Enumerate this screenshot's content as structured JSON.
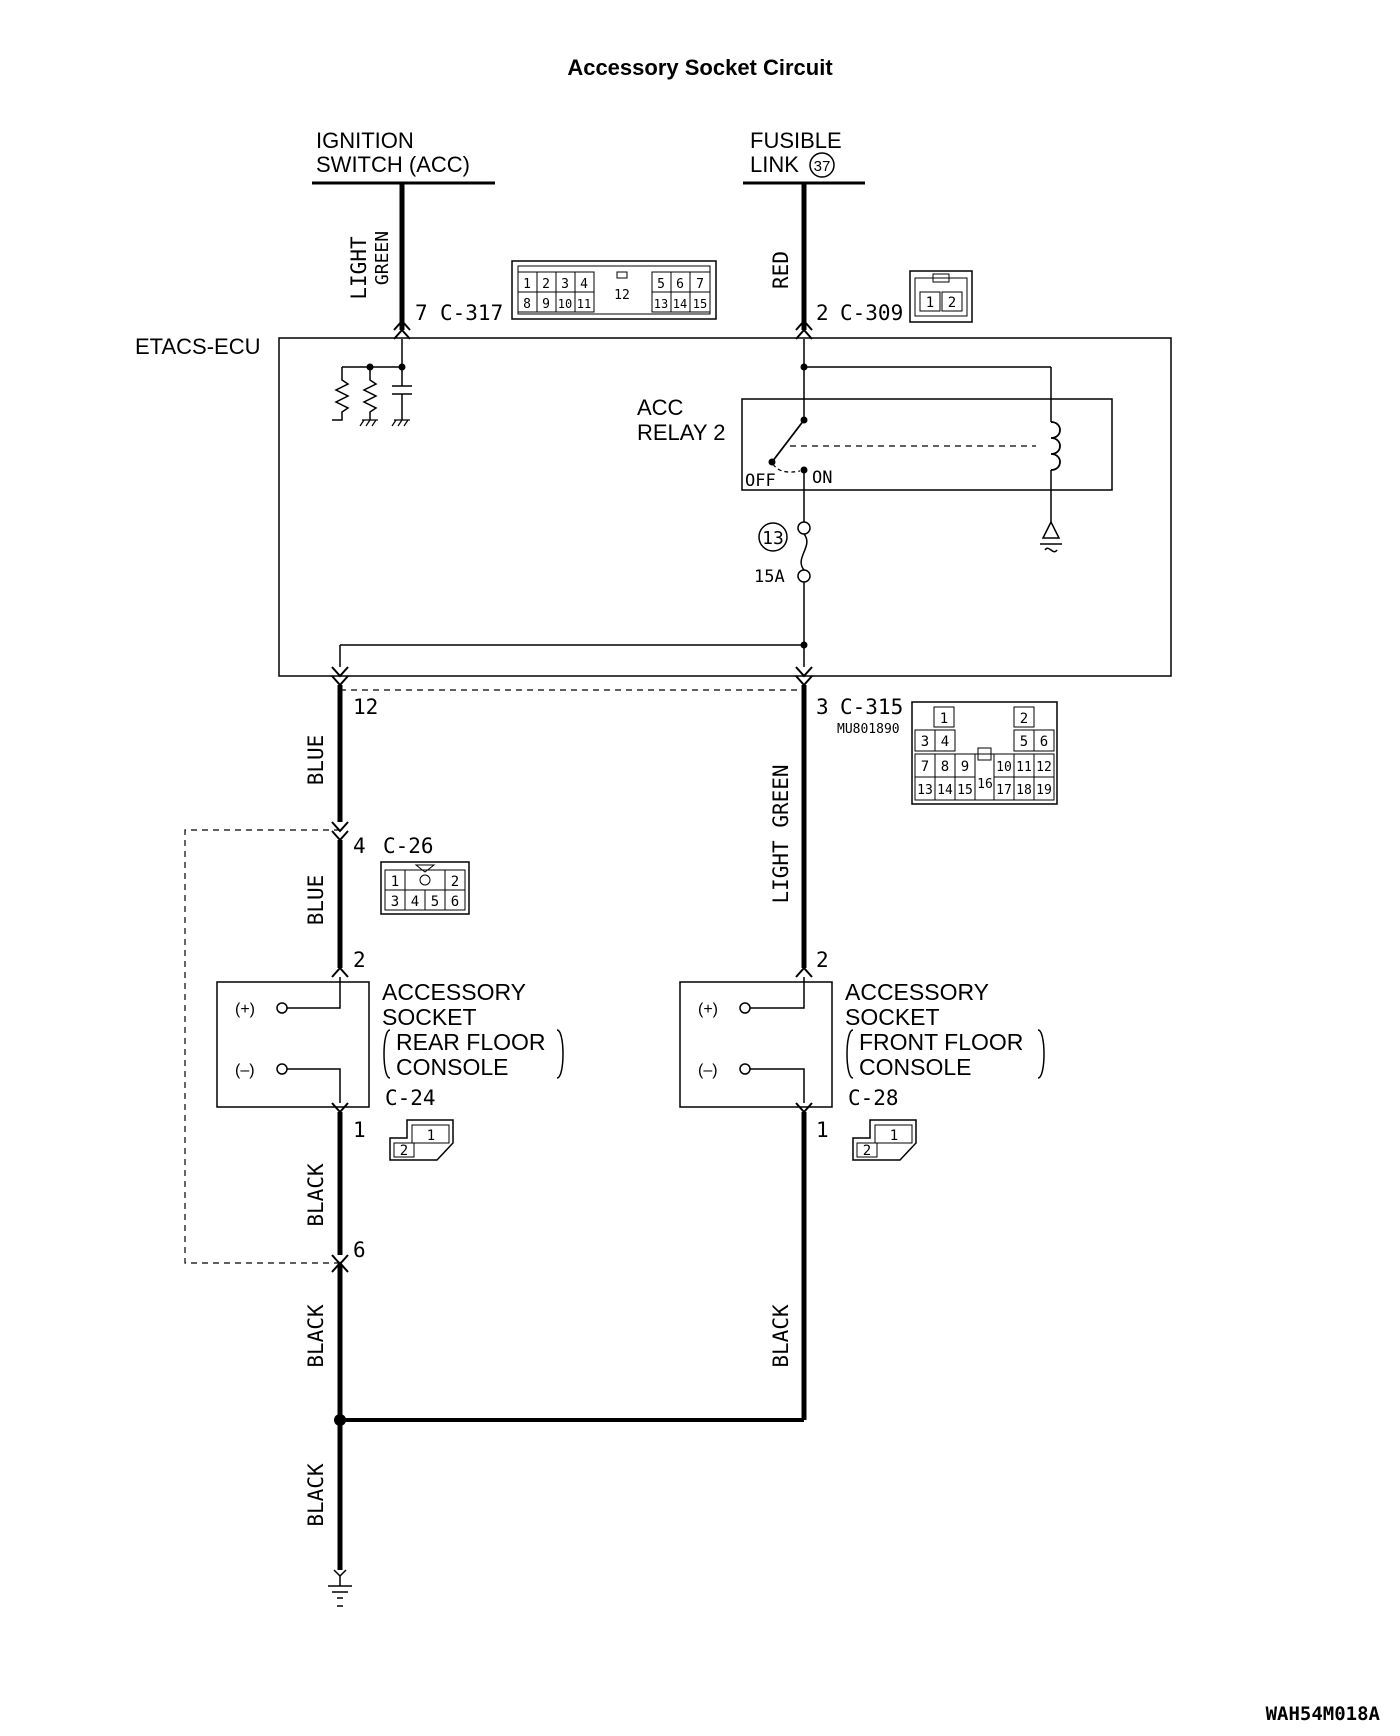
{
  "title": "Accessory Socket Circuit",
  "ignition": {
    "line1": "IGNITION",
    "line2": "SWITCH (ACC)"
  },
  "fusible": {
    "line1": "FUSIBLE",
    "line2": "LINK",
    "link_number": "37"
  },
  "ecu_label": "ETACS-ECU",
  "relay": {
    "line1": "ACC",
    "line2": "RELAY 2",
    "off": "OFF",
    "on": "ON"
  },
  "fuse": {
    "number": "13",
    "rating": "15A"
  },
  "wires": {
    "light_green_1": "LIGHT",
    "light_green_2": "GREEN",
    "red": "RED",
    "blue_a": "BLUE",
    "blue_b": "BLUE",
    "light_green_c": "LIGHT GREEN",
    "black_a": "BLACK",
    "black_b": "BLACK",
    "black_c": "BLACK",
    "black_d": "BLACK"
  },
  "connectors": {
    "c317": {
      "pin": "7",
      "name": "C-317",
      "cells_top": [
        "1",
        "2",
        "3",
        "4",
        "5",
        "6",
        "7"
      ],
      "cells_bottom": [
        "8",
        "9",
        "10",
        "11",
        "13",
        "14",
        "15"
      ],
      "center": "12"
    },
    "c309": {
      "pin": "2",
      "name": "C-309",
      "cells": [
        "1",
        "2"
      ]
    },
    "c315": {
      "pin": "3",
      "name": "C-315",
      "part": "MU801890",
      "rows": [
        [
          "1",
          "2"
        ],
        [
          "3",
          "4",
          "5",
          "6"
        ],
        [
          "7",
          "8",
          "9",
          "10",
          "11",
          "12"
        ],
        [
          "13",
          "14",
          "15",
          "16",
          "17",
          "18",
          "19"
        ]
      ]
    },
    "c315_pin12": "12",
    "c26": {
      "pin_in": "4",
      "name": "C-26",
      "pin_out": "6",
      "cells": [
        "1",
        "2",
        "3",
        "4",
        "5",
        "6"
      ]
    },
    "c24": {
      "pin_plus": "2",
      "pin_minus": "1",
      "name": "C-24",
      "cells": [
        "1",
        "2"
      ]
    },
    "c28": {
      "pin_plus": "2",
      "pin_minus": "1",
      "name": "C-28",
      "cells": [
        "1",
        "2"
      ]
    }
  },
  "socket_rear": {
    "line1": "ACCESSORY",
    "line2": "SOCKET",
    "line3": "REAR FLOOR",
    "line4": "CONSOLE",
    "plus": "(+)",
    "minus": "(–)"
  },
  "socket_front": {
    "line1": "ACCESSORY",
    "line2": "SOCKET",
    "line3": "FRONT FLOOR",
    "line4": "CONSOLE",
    "plus": "(+)",
    "minus": "(–)"
  },
  "figure_code": "WAH54M018A"
}
